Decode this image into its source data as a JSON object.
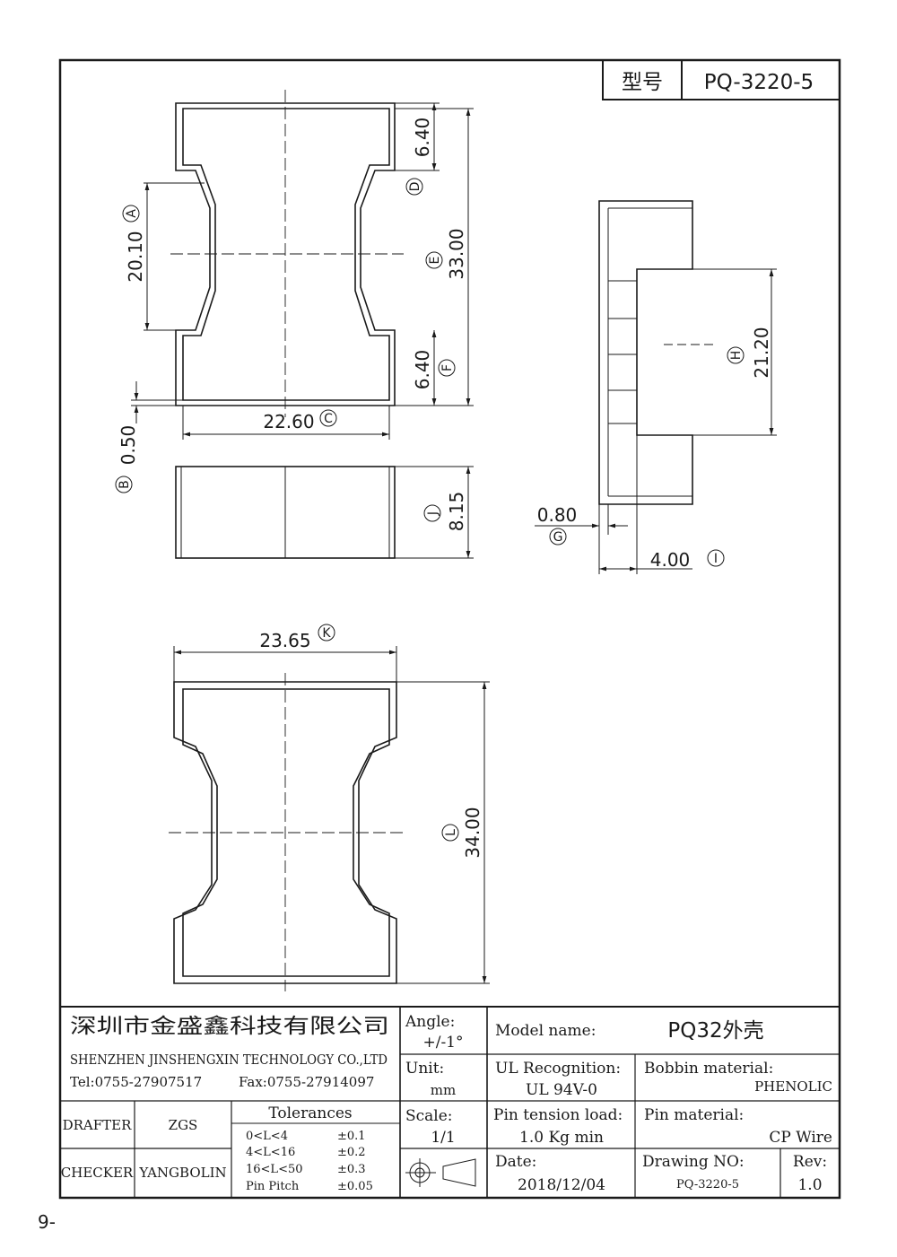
{
  "header": {
    "model_label": "型号",
    "model_value": "PQ-3220-5"
  },
  "callouts": {
    "A": "A",
    "B": "B",
    "C": "C",
    "D": "D",
    "E": "E",
    "F": "F",
    "G": "G",
    "H": "H",
    "I": "I",
    "J": "J",
    "K": "K",
    "L": "L"
  },
  "dimensions": {
    "A": "20.10",
    "B": "0.50",
    "C": "22.60",
    "D": "6.40",
    "E": "33.00",
    "F": "6.40",
    "G": "0.80",
    "H": "21.20",
    "I": "4.00",
    "J": "8.15",
    "K": "23.65",
    "L": "34.00"
  },
  "company": {
    "name_cn": "深圳市金盛鑫科技有限公司",
    "name_en": "SHENZHEN JINSHENGXIN TECHNOLOGY CO.,LTD",
    "tel": "Tel:0755-27907517",
    "fax": "Fax:0755-27914097"
  },
  "title_block": {
    "angle_label": "Angle:",
    "angle_value": "+/-1°",
    "unit_label": "Unit:",
    "unit_value": "mm",
    "scale_label": "Scale:",
    "scale_value": "1/1",
    "model_name_label": "Model name:",
    "model_name_value": "PQ32外壳",
    "ul_label": "UL Recognition:",
    "ul_value": "UL 94V-0",
    "bobbin_label": "Bobbin material:",
    "bobbin_value": "PHENOLIC",
    "pin_tension_label": "Pin tension load:",
    "pin_tension_value": "1.0 Kg min",
    "pin_material_label": "Pin material:",
    "pin_material_value": "CP Wire",
    "date_label": "Date:",
    "date_value": "2018/12/04",
    "drawing_no_label": "Drawing NO:",
    "drawing_no_value": "PQ-3220-5",
    "rev_label": "Rev:",
    "rev_value": "1.0",
    "drafter_label": "DRAFTER",
    "drafter_value": "ZGS",
    "checker_label": "CHECKER",
    "checker_value": "YANGBOLIN",
    "tolerances_label": "Tolerances",
    "tolerances": [
      {
        "range": "0<L<4",
        "value": "±0.1"
      },
      {
        "range": "4<L<16",
        "value": "±0.2"
      },
      {
        "range": "16<L<50",
        "value": "±0.3"
      },
      {
        "range": "Pin Pitch",
        "value": "±0.05"
      }
    ]
  },
  "page_number": "9-"
}
